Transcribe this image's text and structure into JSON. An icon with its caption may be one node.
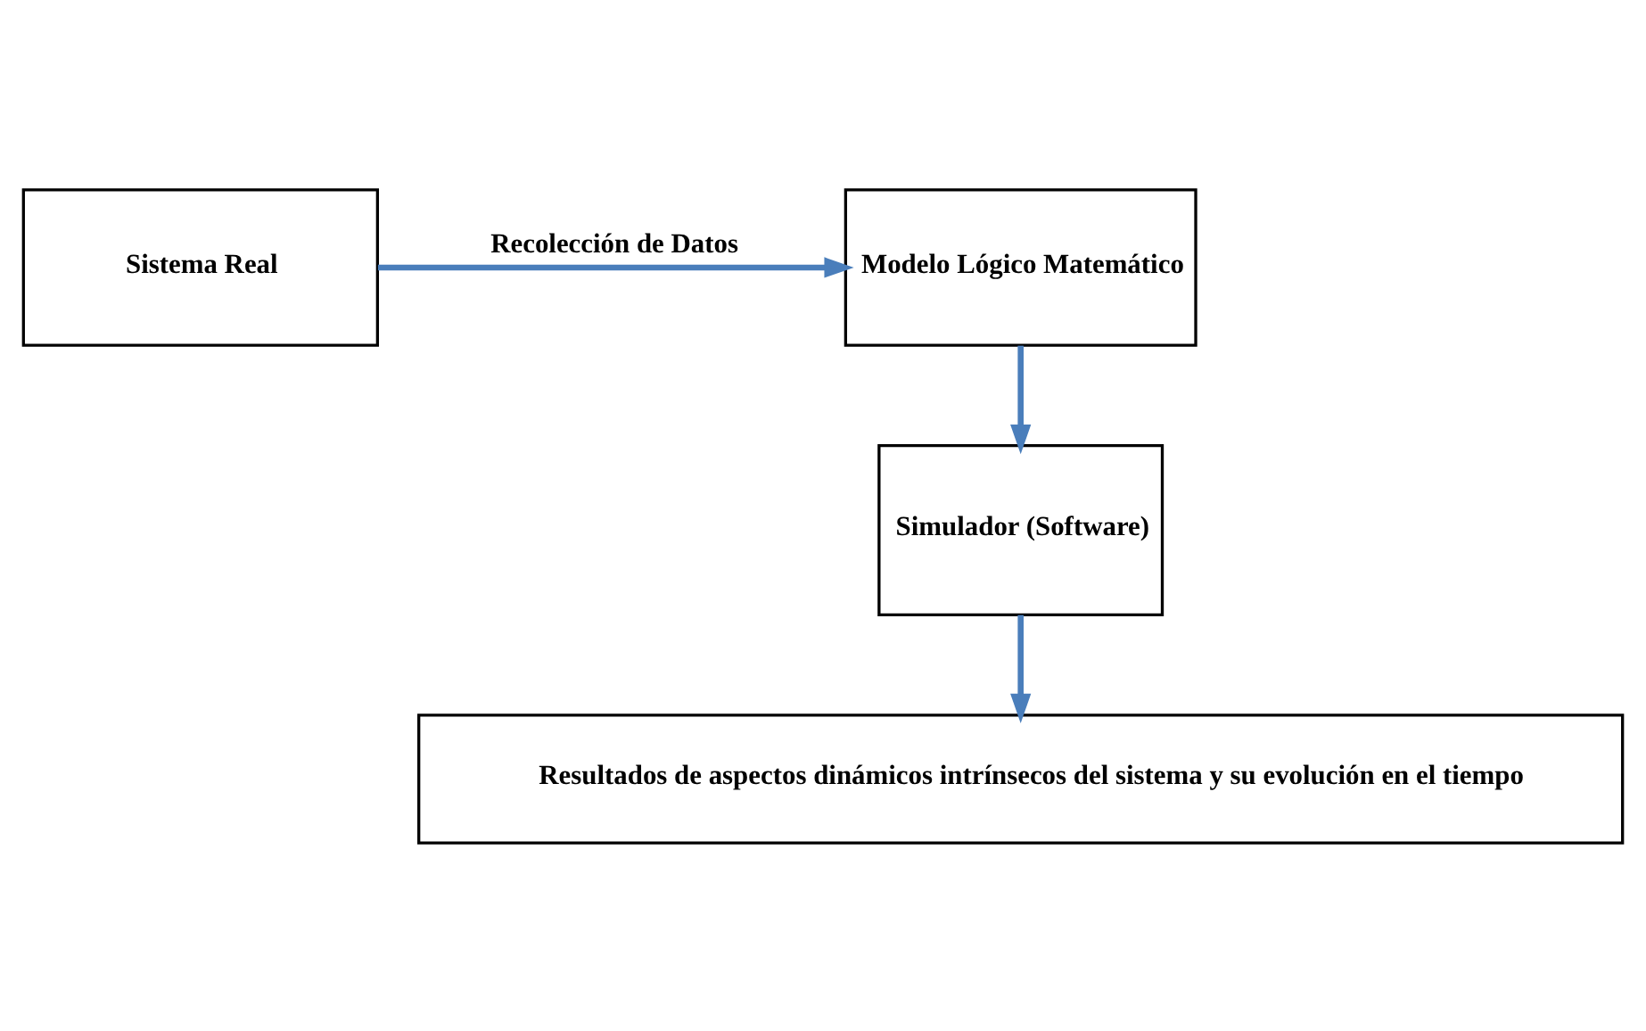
{
  "diagram": {
    "nodes": [
      {
        "text": [
          "Sistema Real"
        ]
      },
      {
        "text": [
          "Modelo Lógico Matemático"
        ]
      },
      {
        "text": [
          "Simulador (Software)"
        ]
      },
      {
        "text": [
          "Resultados de aspectos dinámicos intrínsecos del sistema y su evolución en el tiempo"
        ]
      }
    ],
    "edges": [
      {
        "from": 0,
        "to": 1,
        "arrow": "to",
        "label": "Recolección de Datos"
      },
      {
        "from": 1,
        "to": 2,
        "arrow": "to"
      },
      {
        "from": 2,
        "to": 3,
        "arrow": "to"
      }
    ]
  }
}
